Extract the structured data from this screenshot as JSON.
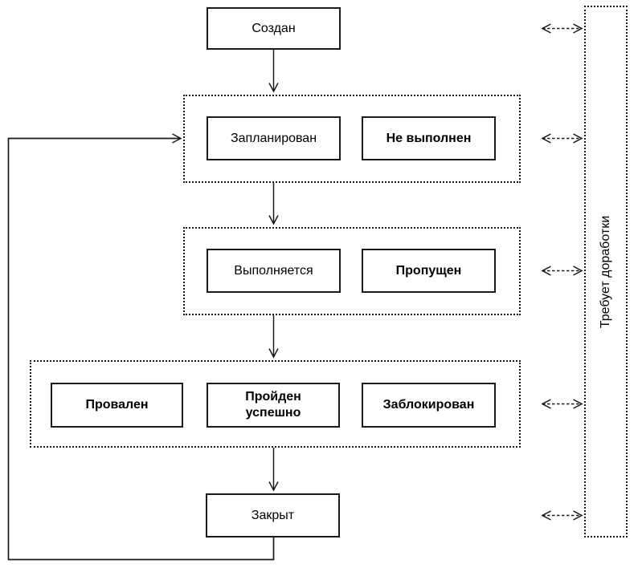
{
  "nodes": {
    "created": {
      "label": "Создан"
    },
    "planned": {
      "label": "Запланирован"
    },
    "not_executed": {
      "label": "Не выполнен"
    },
    "in_progress": {
      "label": "Выполняется"
    },
    "skipped": {
      "label": "Пропущен"
    },
    "failed": {
      "label": "Провален"
    },
    "passed": {
      "label": "Пройден\nуспешно"
    },
    "blocked": {
      "label": "Заблокирован"
    },
    "closed": {
      "label": "Закрыт"
    },
    "rework": {
      "label": "Требует доработки"
    }
  },
  "colors": {
    "line": "#1a1a1a",
    "background": "#ffffff",
    "box_fill": "#ffffff"
  }
}
